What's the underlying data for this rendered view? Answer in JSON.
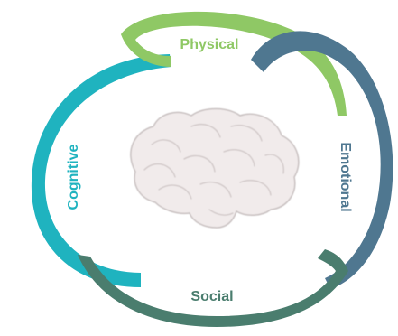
{
  "diagram": {
    "labels": {
      "physical": "Physical",
      "emotional": "Emotional",
      "social": "Social",
      "cognitive": "Cognitive"
    },
    "colors": {
      "physical": "#8fc865",
      "emotional": "#4f7790",
      "social": "#4a7d6e",
      "cognitive": "#1fb3bf",
      "brain_fill": "#f1ebeb",
      "brain_stroke": "#c8c0c0"
    },
    "center_icon": "brain-icon"
  }
}
